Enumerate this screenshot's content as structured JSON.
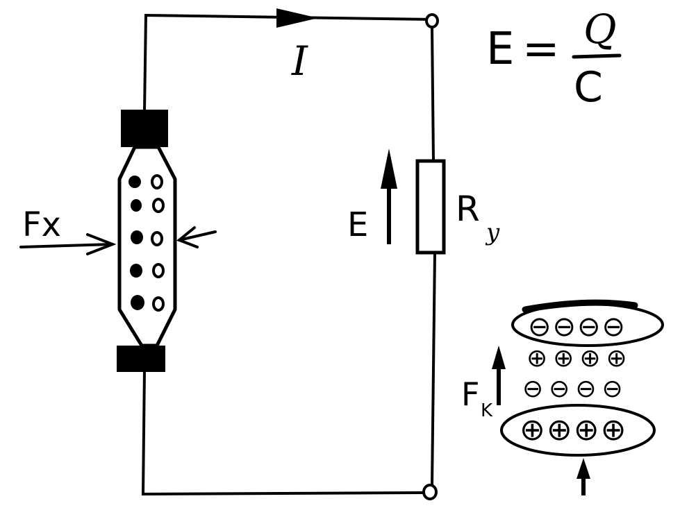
{
  "labels": {
    "current": "I",
    "emf": "E",
    "resistor": "R",
    "resistor_sub": "y",
    "force_x": "Fx",
    "force_k": "F",
    "force_k_sub": "K"
  },
  "formula": {
    "lhs": "E",
    "eq": "=",
    "numerator": "Q",
    "denominator": "C"
  },
  "charge_rows": [
    "⊖⊖⊖⊖",
    "⊕⊕⊕⊕",
    "⊖⊖⊖⊖",
    "⊕⊕⊕⊕"
  ]
}
